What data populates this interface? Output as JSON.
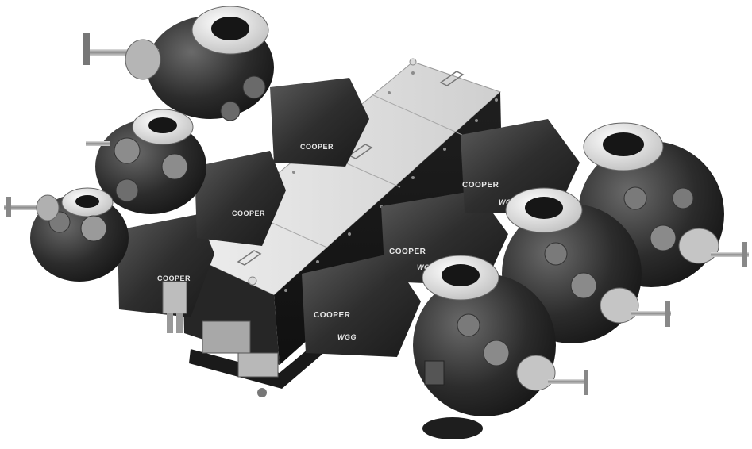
{
  "image": {
    "kind": "3D render of industrial reciprocating compressor",
    "colors": {
      "background": "#ffffff",
      "body_dark": "#2b2b2b",
      "body_mid": "#3c3c3c",
      "frame_light": "#d9d9d9",
      "frame_side": "#bdbdbd",
      "metal": "#9a9a9a",
      "label_text": "#e8e8e8"
    }
  },
  "labels": {
    "brand_cooper": "COOPER",
    "brand_wgg": "WGG"
  }
}
